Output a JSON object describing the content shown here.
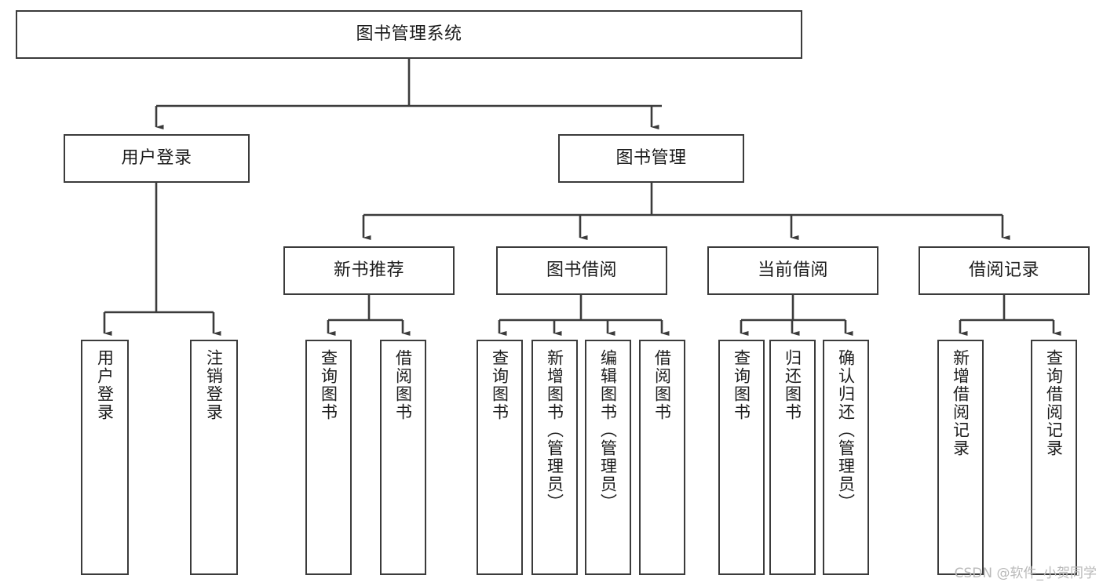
{
  "diagram": {
    "type": "tree",
    "title": "图书管理系统",
    "root": {
      "id": "root",
      "label": "图书管理系统"
    },
    "level2": [
      {
        "id": "user-login",
        "label": "用户登录"
      },
      {
        "id": "book-manage",
        "label": "图书管理"
      }
    ],
    "level3": [
      {
        "id": "new-book-rec",
        "label": "新书推荐",
        "parent": "book-manage"
      },
      {
        "id": "book-borrow",
        "label": "图书借阅",
        "parent": "book-manage"
      },
      {
        "id": "current-borrow",
        "label": "当前借阅",
        "parent": "book-manage"
      },
      {
        "id": "borrow-record",
        "label": "借阅记录",
        "parent": "book-manage"
      }
    ],
    "leaves": [
      {
        "id": "leaf-user-login",
        "label": "用户登录",
        "parent": "user-login"
      },
      {
        "id": "leaf-logout",
        "label": "注销登录",
        "parent": "user-login"
      },
      {
        "id": "leaf-query-book-1",
        "label": "查询图书",
        "parent": "new-book-rec"
      },
      {
        "id": "leaf-borrow-book-1",
        "label": "借阅图书",
        "parent": "new-book-rec"
      },
      {
        "id": "leaf-query-book-2",
        "label": "查询图书",
        "parent": "book-borrow"
      },
      {
        "id": "leaf-add-book",
        "label": "新增图书（管理员）",
        "parent": "book-borrow"
      },
      {
        "id": "leaf-edit-book",
        "label": "编辑图书（管理员）",
        "parent": "book-borrow"
      },
      {
        "id": "leaf-borrow-book-2",
        "label": "借阅图书",
        "parent": "book-borrow"
      },
      {
        "id": "leaf-query-book-3",
        "label": "查询图书",
        "parent": "current-borrow"
      },
      {
        "id": "leaf-return-book",
        "label": "归还图书",
        "parent": "current-borrow"
      },
      {
        "id": "leaf-confirm-return",
        "label": "确认归还（管理员）",
        "parent": "current-borrow"
      },
      {
        "id": "leaf-add-record",
        "label": "新增借阅记录",
        "parent": "borrow-record"
      },
      {
        "id": "leaf-query-record",
        "label": "查询借阅记录",
        "parent": "borrow-record"
      }
    ],
    "colors": {
      "stroke": "#3b3b3b",
      "fill": "#ffffff",
      "text": "#1c1c1c",
      "watermark": "#b9b9b9"
    }
  },
  "watermark": {
    "text": "CSDN @软件_小贺同学"
  }
}
